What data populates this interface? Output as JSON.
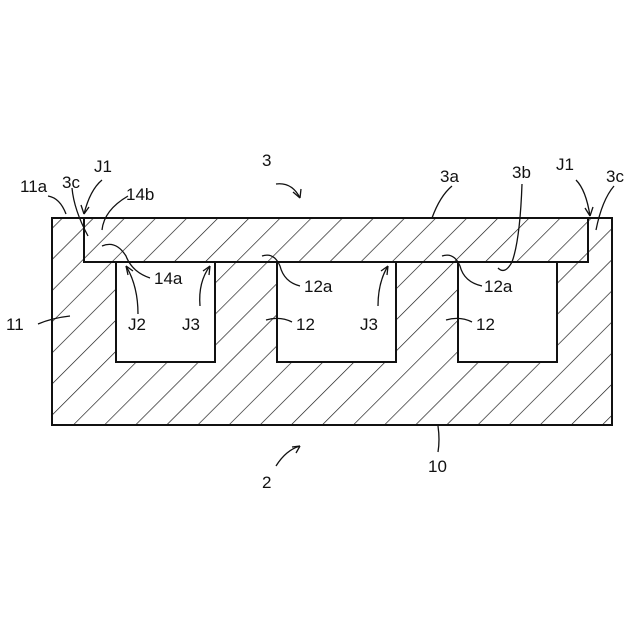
{
  "labels": {
    "cover_3": "3",
    "cover_3a": "3a",
    "cover_3b": "3b",
    "cover_3c_left": "3c",
    "cover_3c_right": "3c",
    "j1_left": "J1",
    "j1_right": "J1",
    "base_11a": "11a",
    "base_14b": "14b",
    "base_14a": "14a",
    "base_11": "11",
    "j2": "J2",
    "j3_left": "J3",
    "base_12a_center": "12a",
    "base_12_center": "12",
    "j3_right": "J3",
    "base_12a_right": "12a",
    "base_12_right": "12",
    "base_10": "10",
    "base_2": "2"
  }
}
